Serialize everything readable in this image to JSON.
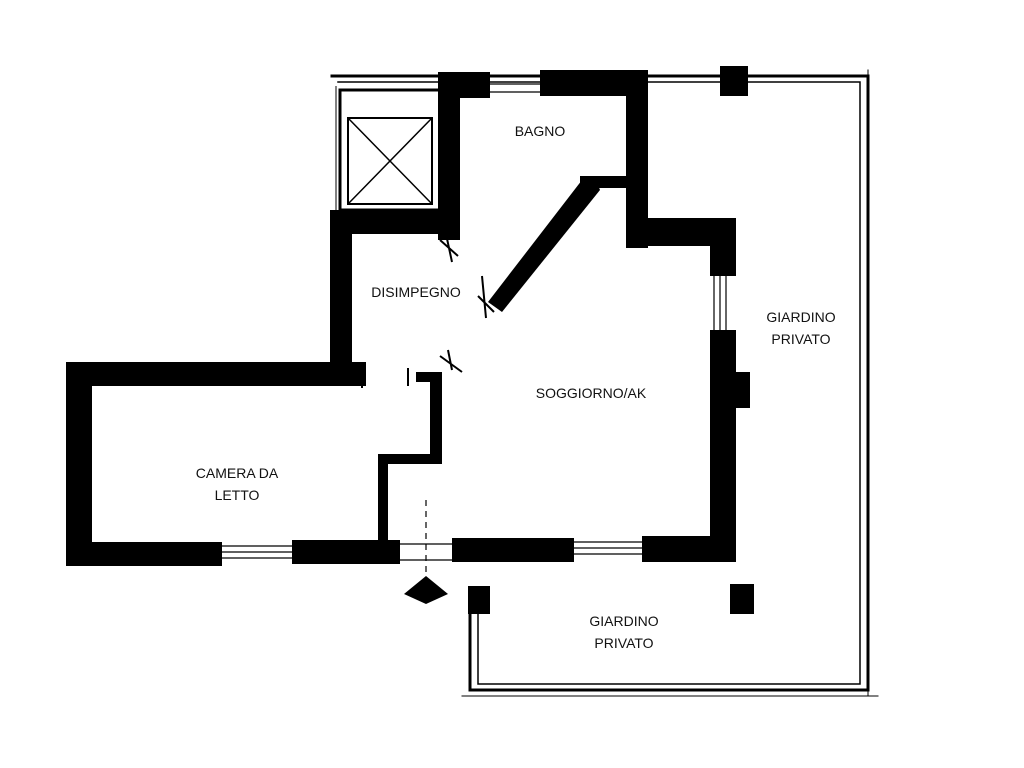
{
  "rooms": {
    "bagno": "BAGNO",
    "disimpegno": "DISIMPEGNO",
    "soggiorno": "SOGGIORNO/AK",
    "camera": "CAMERA DA\nLETTO",
    "giardino_est": "GIARDINO\nPRIVATO",
    "giardino_sud": "GIARDINO\nPRIVATO"
  },
  "colors": {
    "wall": "#000000",
    "background": "#ffffff"
  }
}
